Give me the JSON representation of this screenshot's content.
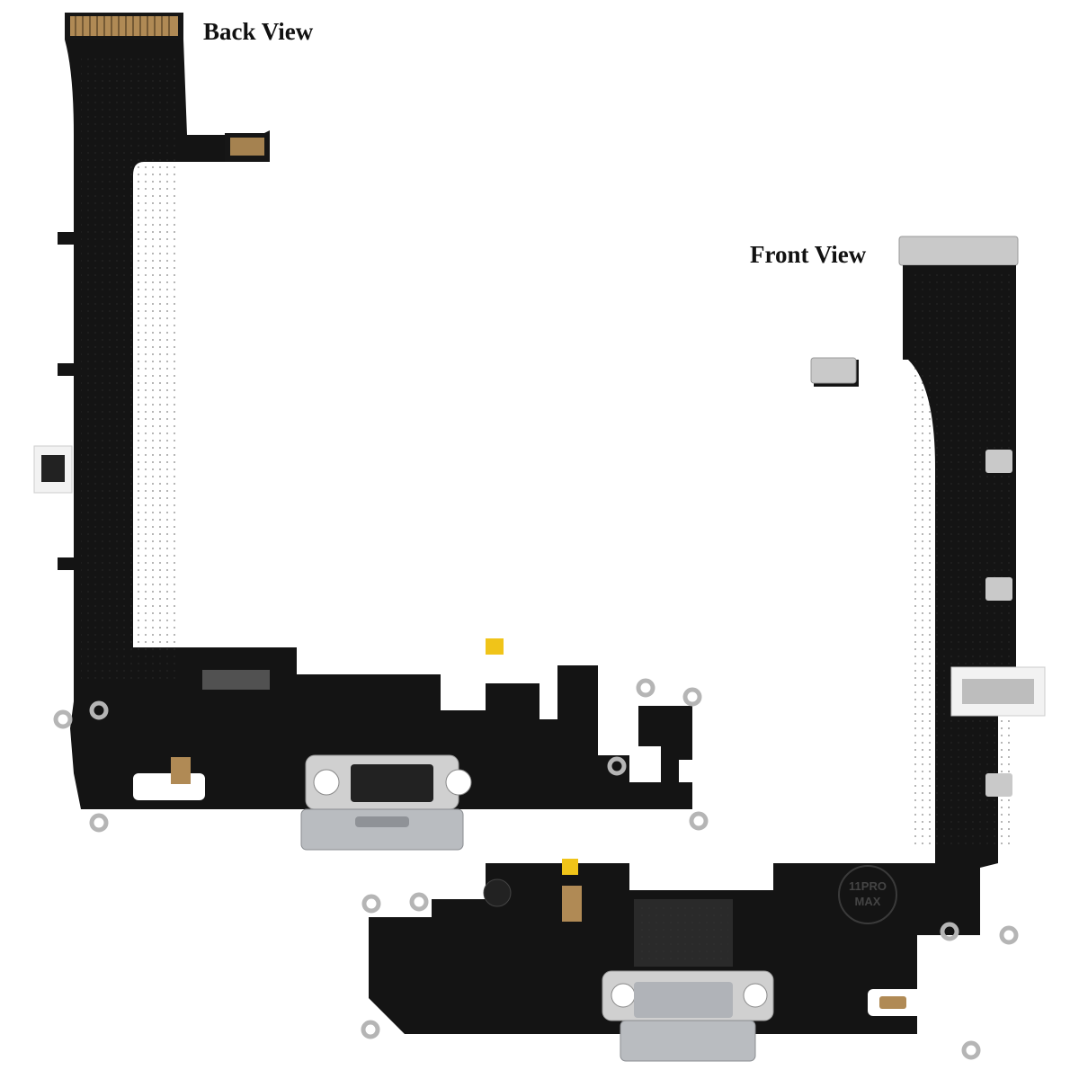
{
  "labels": {
    "back_view": "Back View",
    "front_view": "Front View",
    "front_stamp_line1": "11PRO",
    "front_stamp_line2": "MAX"
  },
  "colors": {
    "background": "#ffffff",
    "flex_cable": "#141414",
    "flex_trace": "#2a2a2a",
    "connector_gold": "#b08a55",
    "stiffener_metal": "#c9c9c9",
    "port_silver": "#b9bcc0",
    "sticker": "#f2f2f2",
    "yellow_tape": "#f0c419"
  }
}
